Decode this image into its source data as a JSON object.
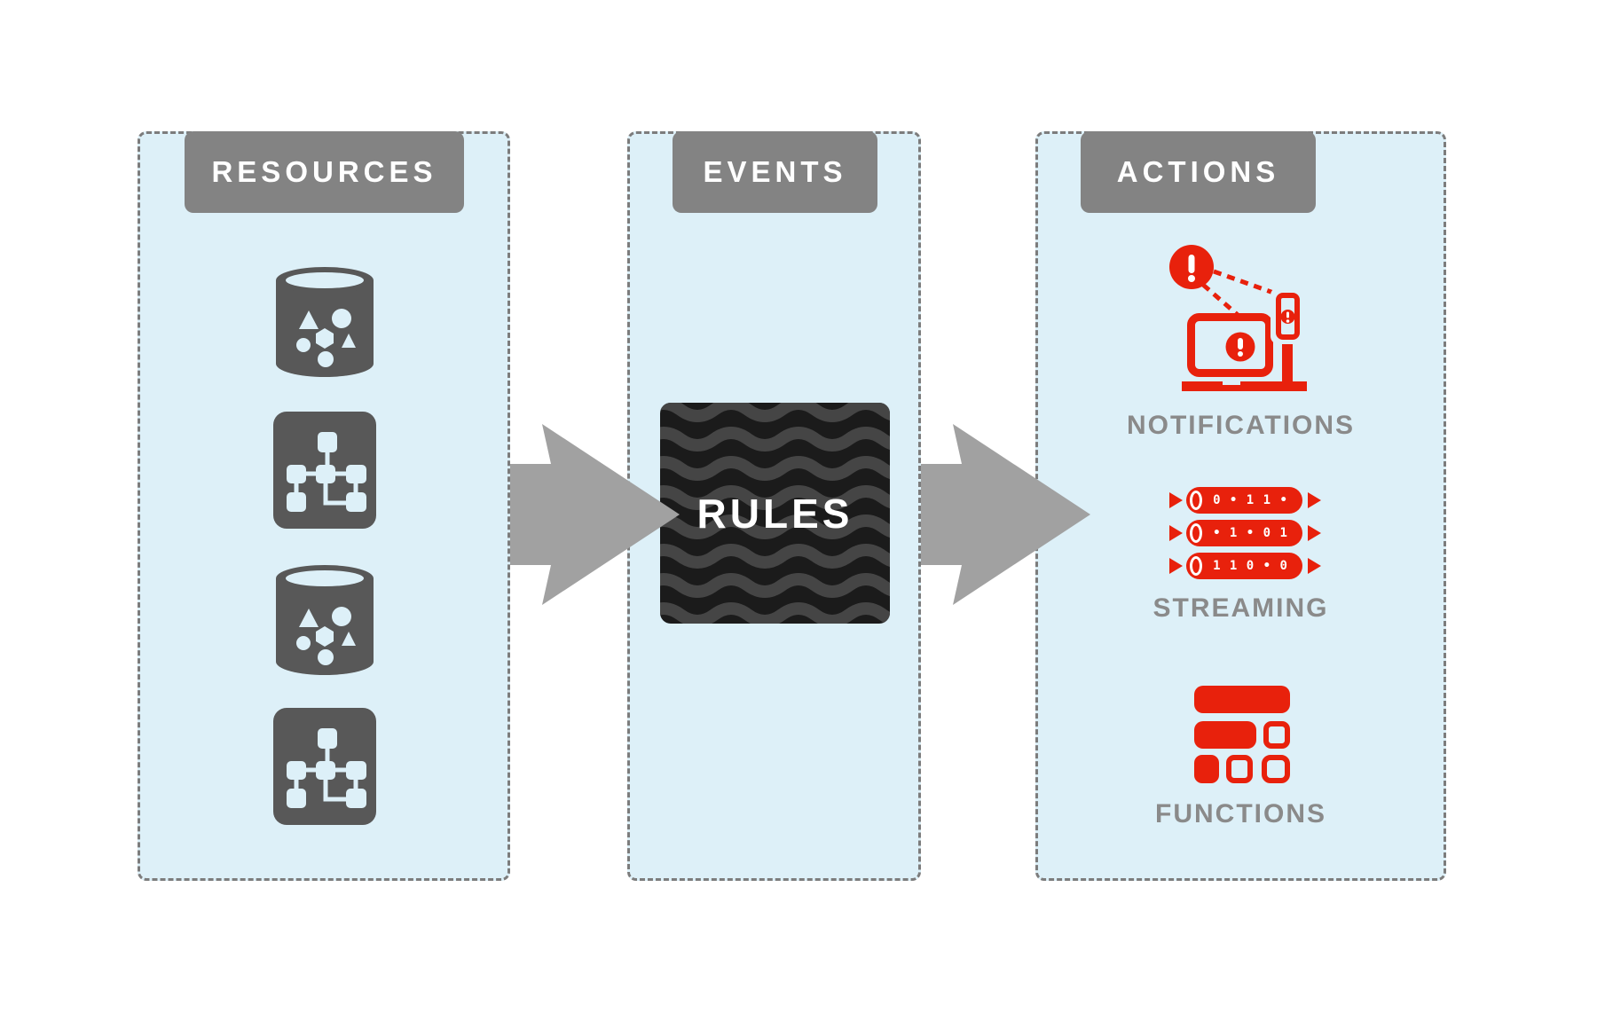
{
  "colors": {
    "panel_bg": "#ddf0f8",
    "panel_border": "#7c7c7c",
    "header_bg": "#838383",
    "header_text": "#ffffff",
    "icon_gray": "#585858",
    "arrow_gray": "#a1a1a1",
    "label_gray": "#8a8a8a",
    "rules_bg": "#1b1b1b",
    "rules_wave": "#454545",
    "accent_red": "#e8210c"
  },
  "resources": {
    "title": "RESOURCES",
    "icons": [
      "database-icon",
      "flowchart-icon",
      "database-icon",
      "flowchart-icon"
    ]
  },
  "events": {
    "title": "EVENTS",
    "rules_label": "RULES"
  },
  "actions": {
    "title": "ACTIONS",
    "items": [
      {
        "icon": "alert-notifications-icon",
        "label": "NOTIFICATIONS"
      },
      {
        "icon": "streaming-data-icon",
        "label": "STREAMING",
        "stream_rows": [
          "0 • 1 1 •",
          "• 1 • 0 1",
          "1 1 0 • 0"
        ]
      },
      {
        "icon": "functions-blocks-icon",
        "label": "FUNCTIONS"
      }
    ]
  }
}
